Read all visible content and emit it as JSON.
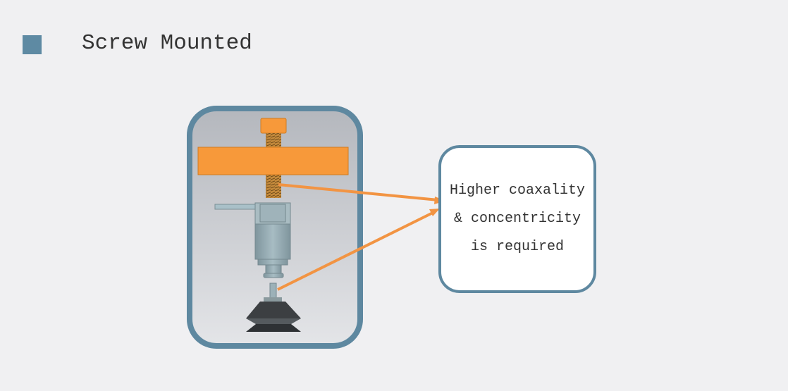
{
  "slide": {
    "title": "Screw Mounted",
    "callout": {
      "lines": [
        "Higher coaxality",
        "& concentricity",
        "is required"
      ]
    },
    "colors": {
      "accent": "#5e8aa3",
      "orange": "#f7993a",
      "arrow": "#f29443"
    }
  }
}
